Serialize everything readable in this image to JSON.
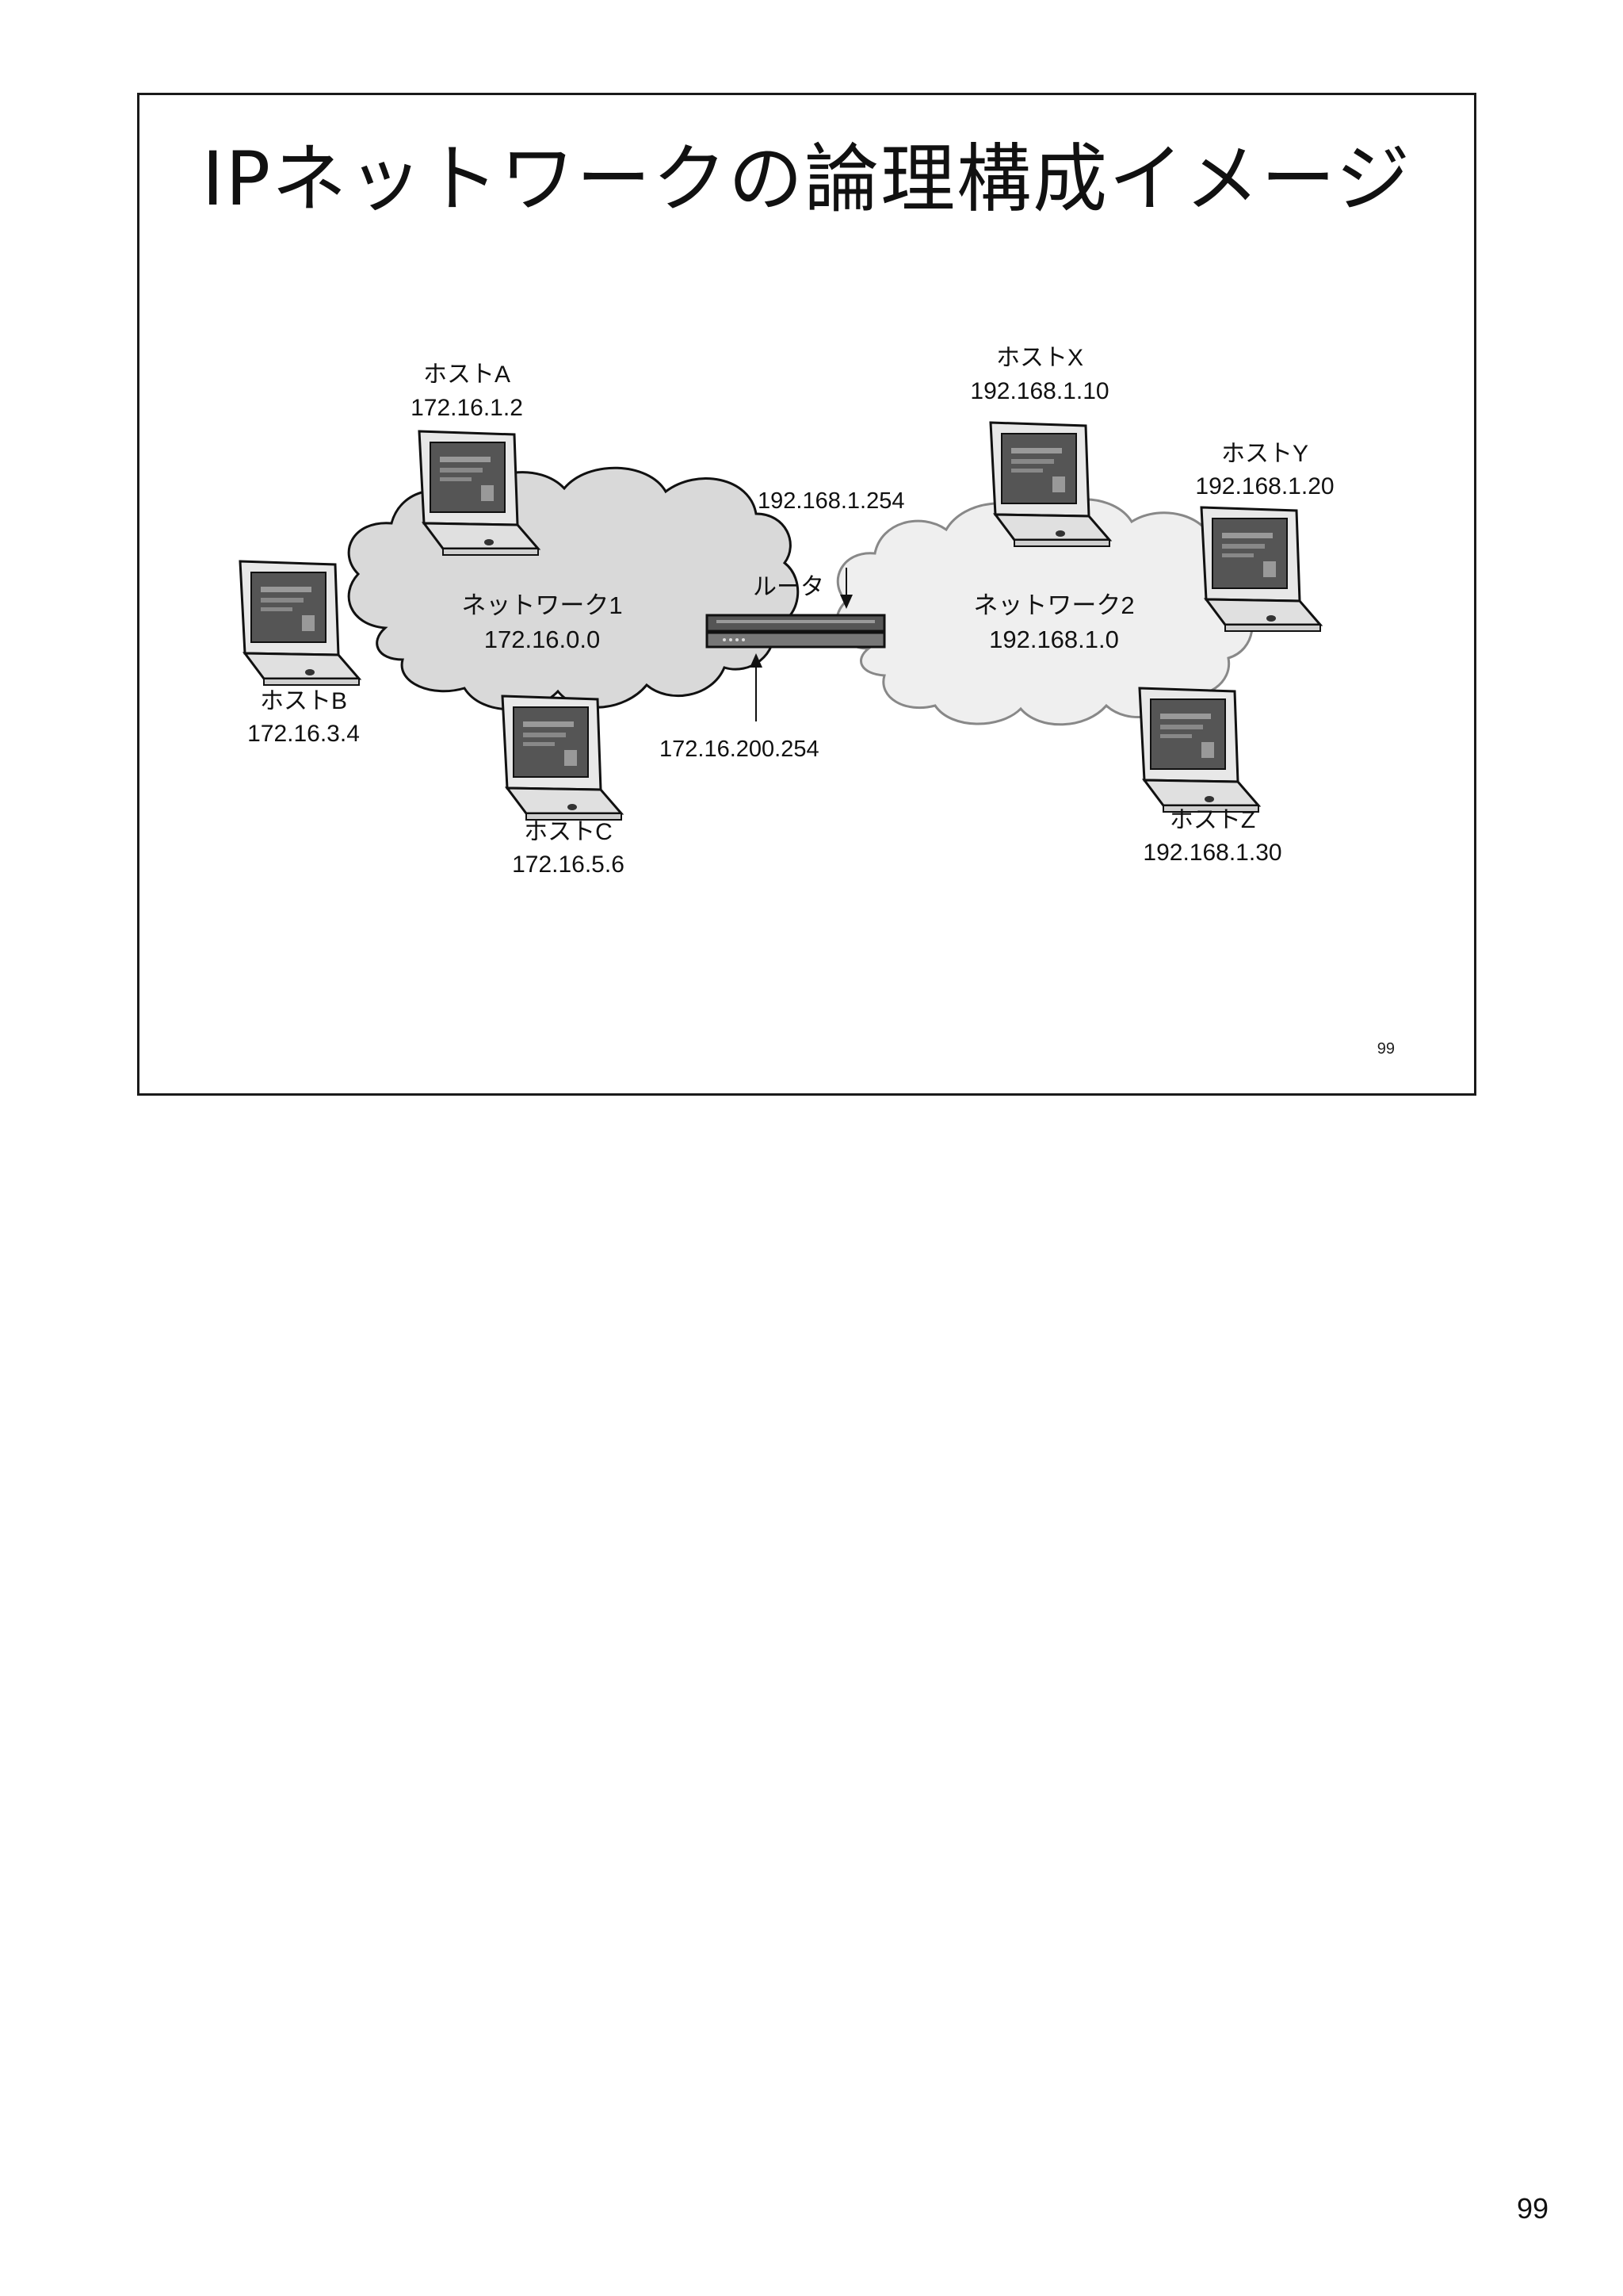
{
  "slide": {
    "title": "IPネットワークの論理構成イメージ",
    "slide_number": "99"
  },
  "page_number": "99",
  "diagram": {
    "networks": [
      {
        "name": "ネットワーク1",
        "address": "172.16.0.0"
      },
      {
        "name": "ネットワーク2",
        "address": "192.168.1.0"
      }
    ],
    "router": {
      "label": "ルータ",
      "interface_network2": "192.168.1.254",
      "interface_network1": "172.16.200.254"
    },
    "hosts": [
      {
        "name": "ホストA",
        "ip": "172.16.1.2"
      },
      {
        "name": "ホストB",
        "ip": "172.16.3.4"
      },
      {
        "name": "ホストC",
        "ip": "172.16.5.6"
      },
      {
        "name": "ホストX",
        "ip": "192.168.1.10"
      },
      {
        "name": "ホストY",
        "ip": "192.168.1.20"
      },
      {
        "name": "ホストZ",
        "ip": "192.168.1.30"
      }
    ]
  }
}
